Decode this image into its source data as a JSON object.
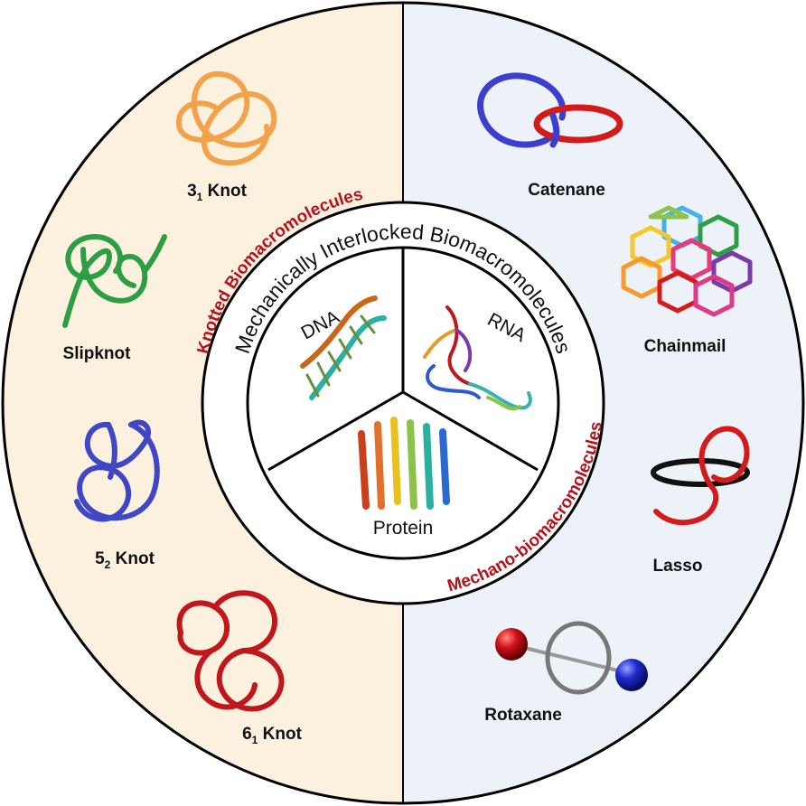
{
  "left_panel": {
    "title": "Knotted Biomacromolecules",
    "items": [
      {
        "label": "3",
        "sub": "1",
        "suffix": " Knot"
      },
      {
        "label": "Slipknot"
      },
      {
        "label": "5",
        "sub": "2",
        "suffix": " Knot"
      },
      {
        "label": "6",
        "sub": "1",
        "suffix": " Knot"
      }
    ]
  },
  "right_panel": {
    "title": "Mechano-biomacromolecules",
    "items": [
      {
        "label": "Catenane"
      },
      {
        "label": "Chainmail"
      },
      {
        "label": "Lasso"
      },
      {
        "label": "Rotaxane"
      }
    ]
  },
  "center": {
    "title": "Mechanically Interlocked Biomacromolecules",
    "sectors": [
      {
        "label": "DNA"
      },
      {
        "label": "RNA"
      },
      {
        "label": "Protein"
      }
    ]
  },
  "colors": {
    "left_bg": "#fcf1df",
    "right_bg": "#edf2f8",
    "knot31": "#f4a24a",
    "slipknot": "#2e9e44",
    "knot52": "#3f47c4",
    "knot61": "#c0171c",
    "catenane_blue": "#3a3fd0",
    "catenane_red": "#d31b1b",
    "title_red": "#b5121b"
  }
}
